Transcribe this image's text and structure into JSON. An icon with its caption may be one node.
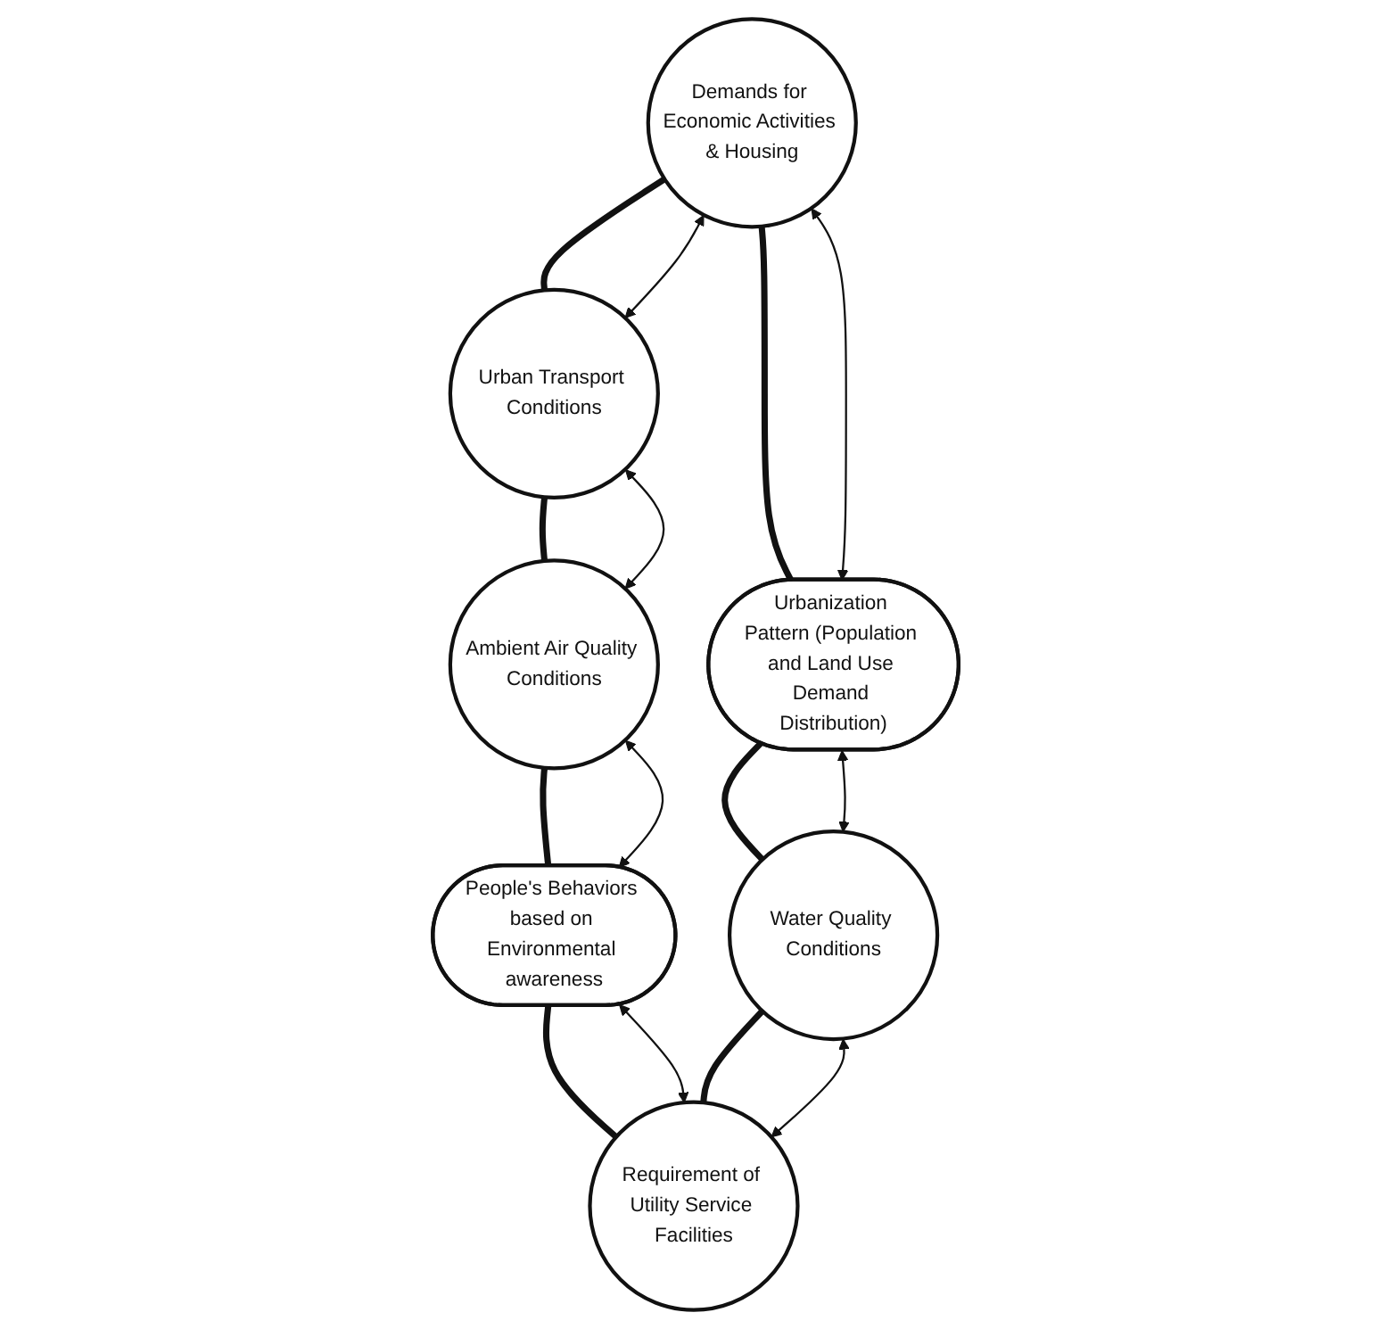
{
  "diagram": {
    "nodes": [
      {
        "text": [
          "Urban Transport Conditions"
        ]
      },
      {
        "text": [
          "Demands for Economic Activities & Housing"
        ]
      },
      {
        "text": [
          "Ambient Air Quality Conditions"
        ]
      },
      {
        "text": [
          "Urbanization Pattern (Population and Land Use Demand Distribution)"
        ]
      },
      {
        "text": [
          "People's Behaviors based on Environmental awareness"
        ]
      },
      {
        "text": [
          "Water Quality Conditions"
        ]
      },
      {
        "text": [
          "Requirement of Utility Service Facilities"
        ]
      }
    ],
    "edges": [
      {
        "from": 1,
        "to": 0,
        "arrow": "none",
        "style": "thick"
      },
      {
        "from": 1,
        "to": 0,
        "arrow": "both"
      },
      {
        "from": 0,
        "to": 2,
        "arrow": "none",
        "style": "thick"
      },
      {
        "from": 0,
        "to": 2,
        "arrow": "both"
      },
      {
        "from": 1,
        "to": 3,
        "arrow": "none",
        "style": "thick"
      },
      {
        "from": 1,
        "to": 3,
        "arrow": "both"
      },
      {
        "from": 2,
        "to": 4,
        "arrow": "none",
        "style": "thick"
      },
      {
        "from": 2,
        "to": 4,
        "arrow": "both"
      },
      {
        "from": 3,
        "to": 5,
        "arrow": "none",
        "style": "thick"
      },
      {
        "from": 3,
        "to": 5,
        "arrow": "both"
      },
      {
        "from": 4,
        "to": 6,
        "arrow": "none",
        "style": "thick"
      },
      {
        "from": 4,
        "to": 6,
        "arrow": "both"
      },
      {
        "from": 5,
        "to": 6,
        "arrow": "none",
        "style": "thick"
      },
      {
        "from": 5,
        "to": 6,
        "arrow": "both"
      }
    ]
  }
}
